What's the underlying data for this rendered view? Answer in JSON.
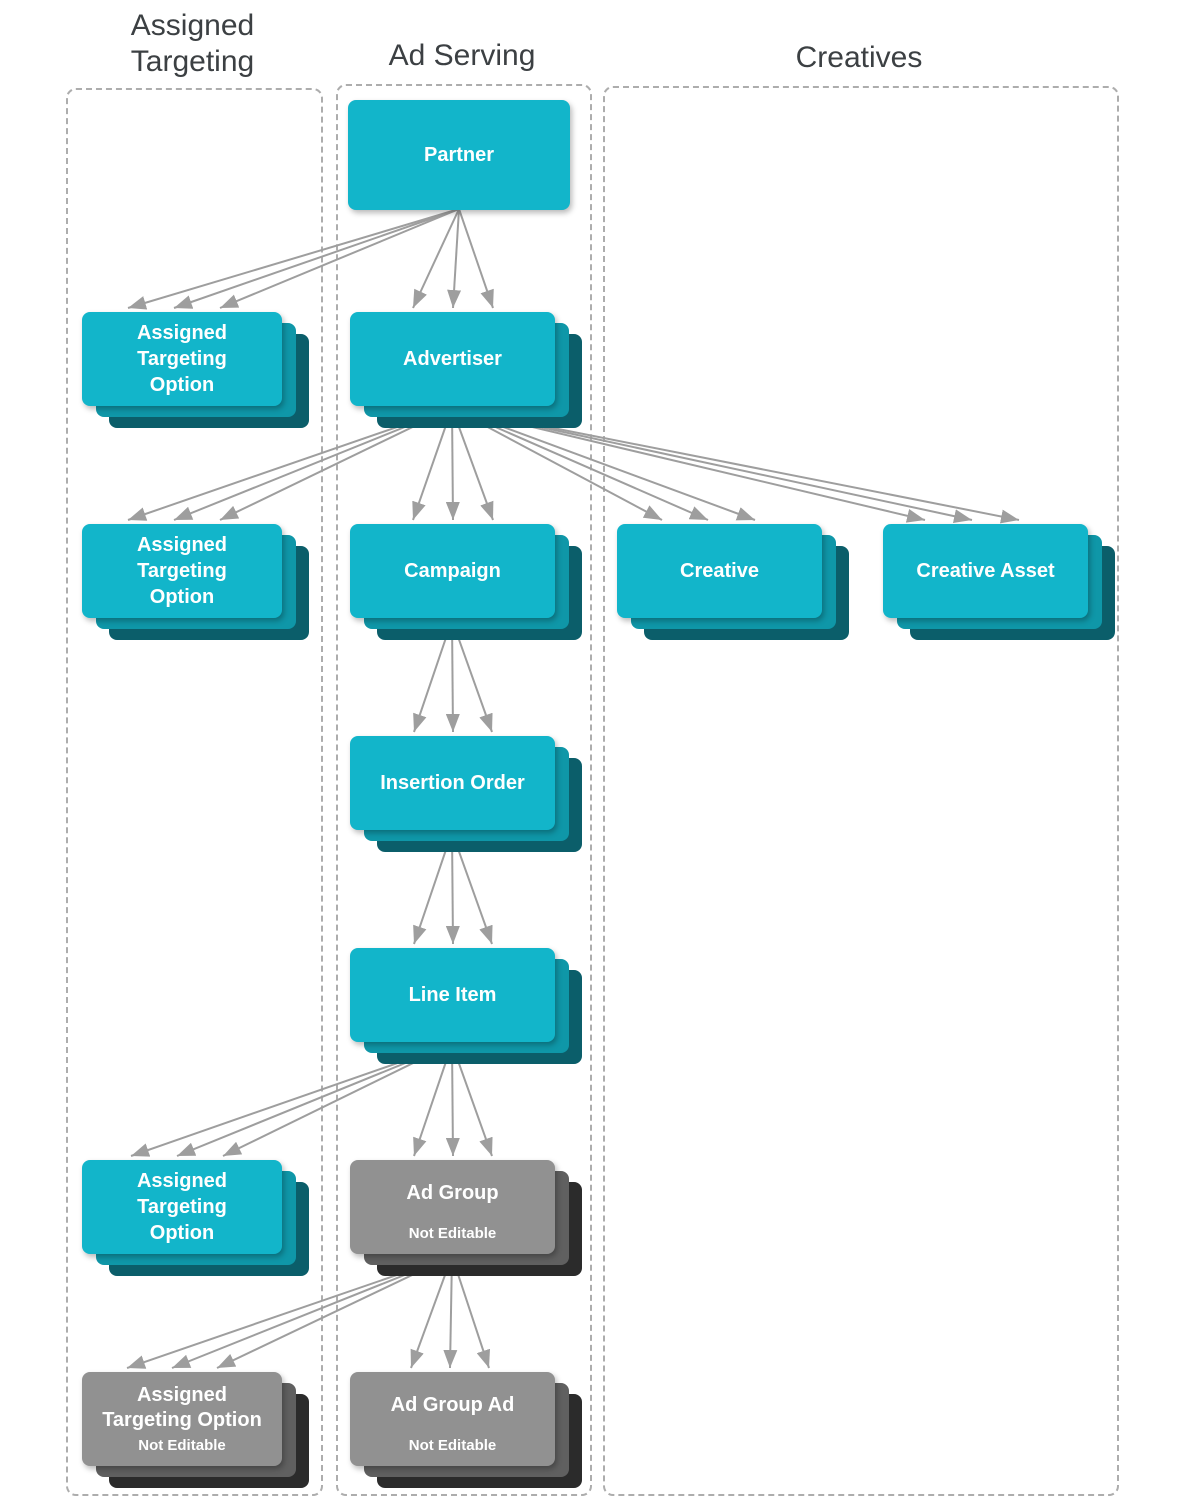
{
  "columns": [
    {
      "id": "assigned_targeting",
      "title_lines": [
        "Assigned",
        "Targeting"
      ]
    },
    {
      "id": "ad_serving",
      "title_lines": [
        "Ad Serving"
      ]
    },
    {
      "id": "creatives",
      "title_lines": [
        "Creatives"
      ]
    }
  ],
  "nodes": {
    "partner": {
      "lines": [
        "Partner"
      ]
    },
    "ato1": {
      "lines": [
        "Assigned",
        "Targeting",
        "Option"
      ]
    },
    "advertiser": {
      "lines": [
        "Advertiser"
      ]
    },
    "ato2": {
      "lines": [
        "Assigned",
        "Targeting",
        "Option"
      ]
    },
    "campaign": {
      "lines": [
        "Campaign"
      ]
    },
    "creative": {
      "lines": [
        "Creative"
      ]
    },
    "creative_asset": {
      "lines": [
        "Creative Asset"
      ]
    },
    "insertion_order": {
      "lines": [
        "Insertion Order"
      ]
    },
    "line_item": {
      "lines": [
        "Line Item"
      ]
    },
    "ato3": {
      "lines": [
        "Assigned",
        "Targeting",
        "Option"
      ]
    },
    "ad_group": {
      "lines": [
        "Ad Group"
      ],
      "sub": "Not Editable"
    },
    "ato4": {
      "lines": [
        "Assigned",
        "Targeting Option"
      ],
      "sub": "Not Editable"
    },
    "ad_group_ad": {
      "lines": [
        "Ad Group Ad"
      ],
      "sub": "Not Editable"
    }
  },
  "colors": {
    "teal_front": "#12b5ca",
    "teal_mid": "#0f97a8",
    "teal_back": "#0b5e6a",
    "gray_front": "#919191",
    "gray_mid": "#606060",
    "gray_back": "#2b2b2b",
    "arrow": "#9e9e9e",
    "dashed_border": "#adadad",
    "header_text": "#3c4043"
  }
}
